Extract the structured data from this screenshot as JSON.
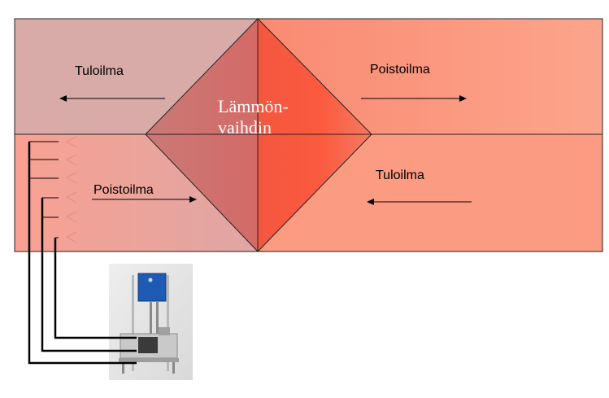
{
  "diagram": {
    "center_label_line1": "Lämmön-",
    "center_label_line2": "vaihdin",
    "top_left_label": "Tuloilma",
    "top_right_label": "Poistoilma",
    "bottom_left_label": "Poistoilma",
    "bottom_right_label": "Tuloilma"
  },
  "colors": {
    "top_left_panel": "#d8aaa8",
    "right_panels": "#fb9b82",
    "bottom_left_panel": "#f6a495",
    "heat_exchanger_dark": "#cf6f6c",
    "heat_exchanger_bright": "#f9533d",
    "nozzle_marks": "#e88a8a",
    "pipe": "#000000",
    "equipment_box": "#1f5bb5"
  },
  "icons": {
    "equipment": "pump-unit-photo"
  }
}
